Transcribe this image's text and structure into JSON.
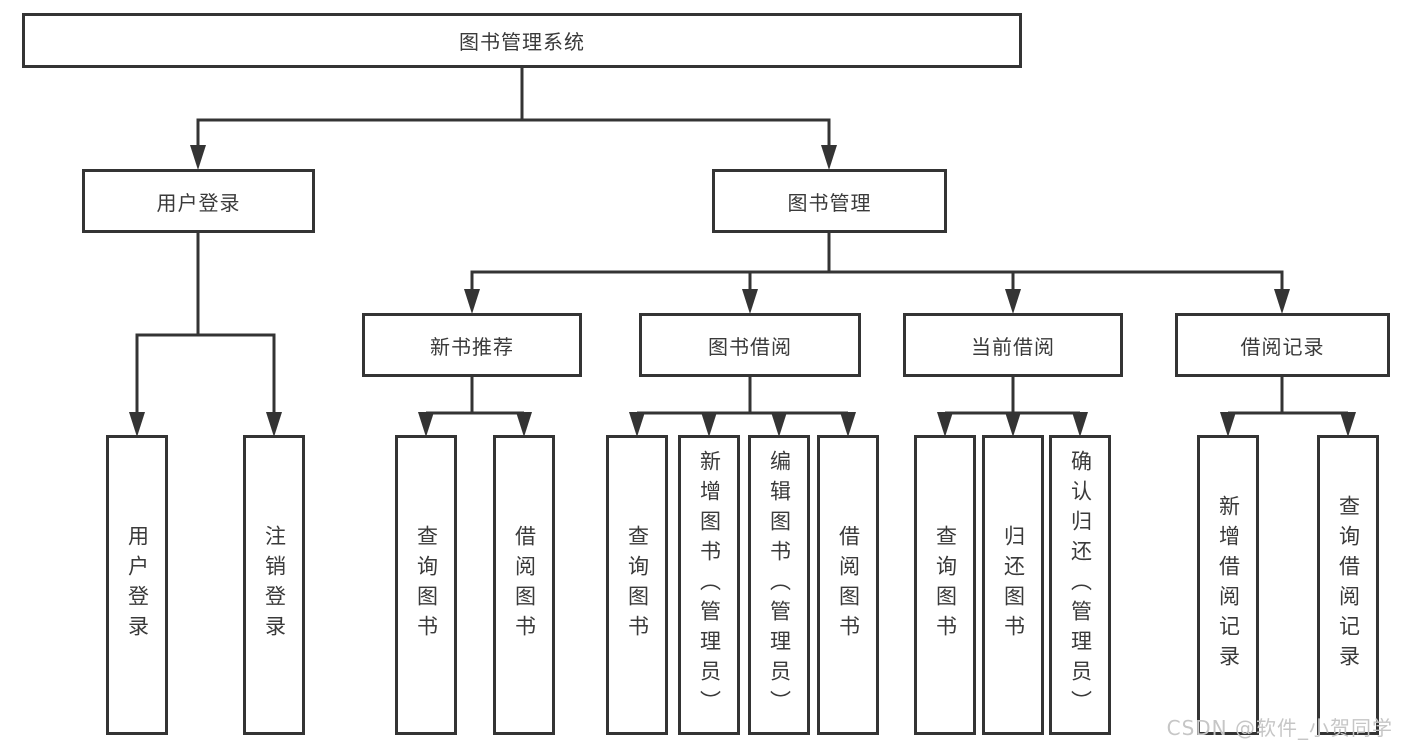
{
  "diagram": {
    "title_node": {
      "label": "图书管理系统"
    },
    "level2": [
      {
        "label": "用户登录"
      },
      {
        "label": "图书管理"
      }
    ],
    "level3": [
      {
        "label": "新书推荐"
      },
      {
        "label": "图书借阅"
      },
      {
        "label": "当前借阅"
      },
      {
        "label": "借阅记录"
      }
    ],
    "leaves": [
      {
        "label": "用户登录"
      },
      {
        "label": "注销登录"
      },
      {
        "label": "查询图书"
      },
      {
        "label": "借阅图书"
      },
      {
        "label": "查询图书"
      },
      {
        "label": "新增图书（管理员）"
      },
      {
        "label": "编辑图书（管理员）"
      },
      {
        "label": "借阅图书"
      },
      {
        "label": "查询图书"
      },
      {
        "label": "归还图书"
      },
      {
        "label": "确认归还（管理员）"
      },
      {
        "label": "新增借阅记录"
      },
      {
        "label": "查询借阅记录"
      }
    ]
  },
  "watermark": {
    "text": "CSDN @软件_小贺同学"
  },
  "colors": {
    "line": "#343434",
    "box_border": "#343434",
    "text": "#3a3a3a",
    "watermark": "#c6c6c6",
    "background": "#ffffff"
  }
}
